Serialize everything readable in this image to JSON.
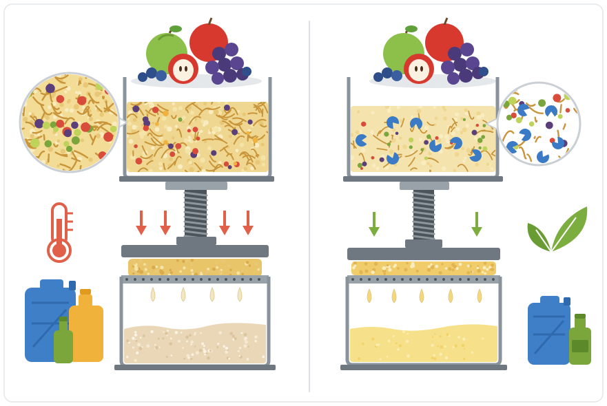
{
  "panels": [
    {
      "id": "left",
      "heat_icon": "thermometer-icon",
      "arrow_color": "#e0604a",
      "arrow_count": 4,
      "juice_color": "#e9d7b8",
      "drop_color": "#f3e6c3",
      "containers_icon": "jerrycans-icon",
      "pulp_particles": "dense-fibers"
    },
    {
      "id": "right",
      "heat_icon": "leaf-icon",
      "arrow_color": "#7cae3f",
      "arrow_count": 2,
      "juice_color": "#f7e08a",
      "drop_color": "#f4d77a",
      "containers_icon": "jerrycans-icon",
      "pulp_particles": "sparse-fibers-with-pacman-enzymes"
    }
  ],
  "colors": {
    "steel": "#8a939b",
    "steel_dark": "#5d666e",
    "glass": "#eef1f3",
    "pulp": "#efd791",
    "fiber": "#c9953a",
    "divider": "#cfd4d8"
  }
}
